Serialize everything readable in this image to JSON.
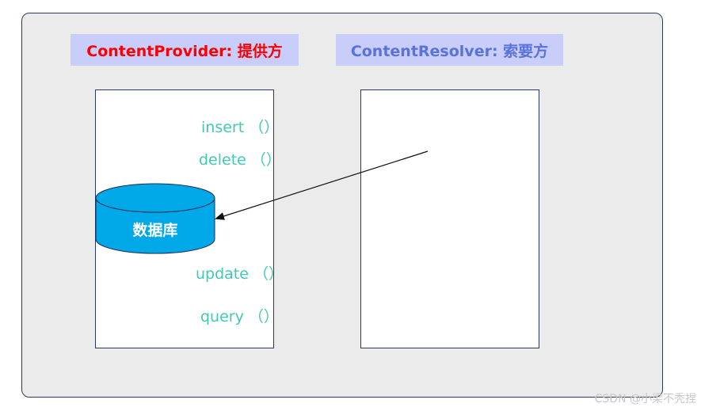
{
  "provider": {
    "title": "ContentProvider: 提供方",
    "title_color": "#ff0000",
    "methods": {
      "insert": "insert （）",
      "delete": "delete （）",
      "update": "update （）",
      "query": "query （）"
    },
    "database_label": "数据库",
    "database_color": "#00a8e8"
  },
  "resolver": {
    "title": "ContentResolver: 索要方",
    "title_color": "#5a73d8"
  },
  "colors": {
    "title_bg": "#c9cdfa",
    "frame_bg": "#ebebeb",
    "method_text": "#3fc9b6"
  },
  "watermark": "CSDN @小梁不秃捏"
}
